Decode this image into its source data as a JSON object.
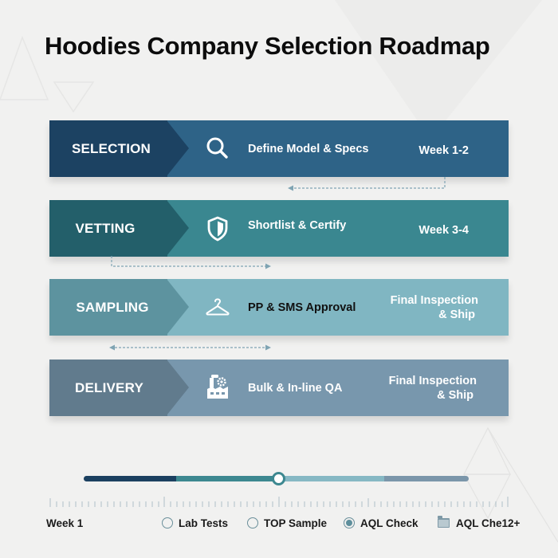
{
  "title": "Hoodies Company Selection Roadmap",
  "stages": [
    {
      "label": "SELECTION",
      "icon": "search-icon",
      "task": "Define Model & Specs",
      "timing": [
        "Week 1-2"
      ],
      "colors": {
        "stage": "#1c4262",
        "body": "#2e6387"
      }
    },
    {
      "label": "VETTING",
      "icon": "shield-icon",
      "task": "Shortlist & Certify",
      "timing": [
        "Week 3-4"
      ],
      "colors": {
        "stage": "#235f6a",
        "body": "#3a8790"
      }
    },
    {
      "label": "SAMPLING",
      "icon": "hanger-icon",
      "task": "PP & SMS Approval",
      "timing": [
        "Final Inspection",
        "& Ship"
      ],
      "colors": {
        "stage": "#5d939f",
        "body": "#80b6c2"
      }
    },
    {
      "label": "DELIVERY",
      "icon": "factory-icon",
      "task": "Bulk & In-line QA",
      "timing": [
        "Final Inspection",
        "& Ship"
      ],
      "colors": {
        "stage": "#617b8d",
        "body": "#7897ad"
      }
    }
  ],
  "timeline": {
    "segments": [
      {
        "color": "#1b4060",
        "width_pct": 24
      },
      {
        "color": "#3d8890",
        "width_pct": 28
      },
      {
        "color": "#86b8c4",
        "width_pct": 26
      },
      {
        "color": "#7b96aa",
        "width_pct": 22
      }
    ],
    "knob_position_pct": 50,
    "start_label": "Week 1"
  },
  "legend": [
    {
      "type": "radio",
      "checked": false,
      "label": "Lab Tests"
    },
    {
      "type": "radio",
      "checked": false,
      "label": "TOP Sample"
    },
    {
      "type": "radio",
      "checked": true,
      "label": "AQL Check"
    },
    {
      "type": "folder",
      "checked": false,
      "label": "AQL Che12+"
    }
  ]
}
